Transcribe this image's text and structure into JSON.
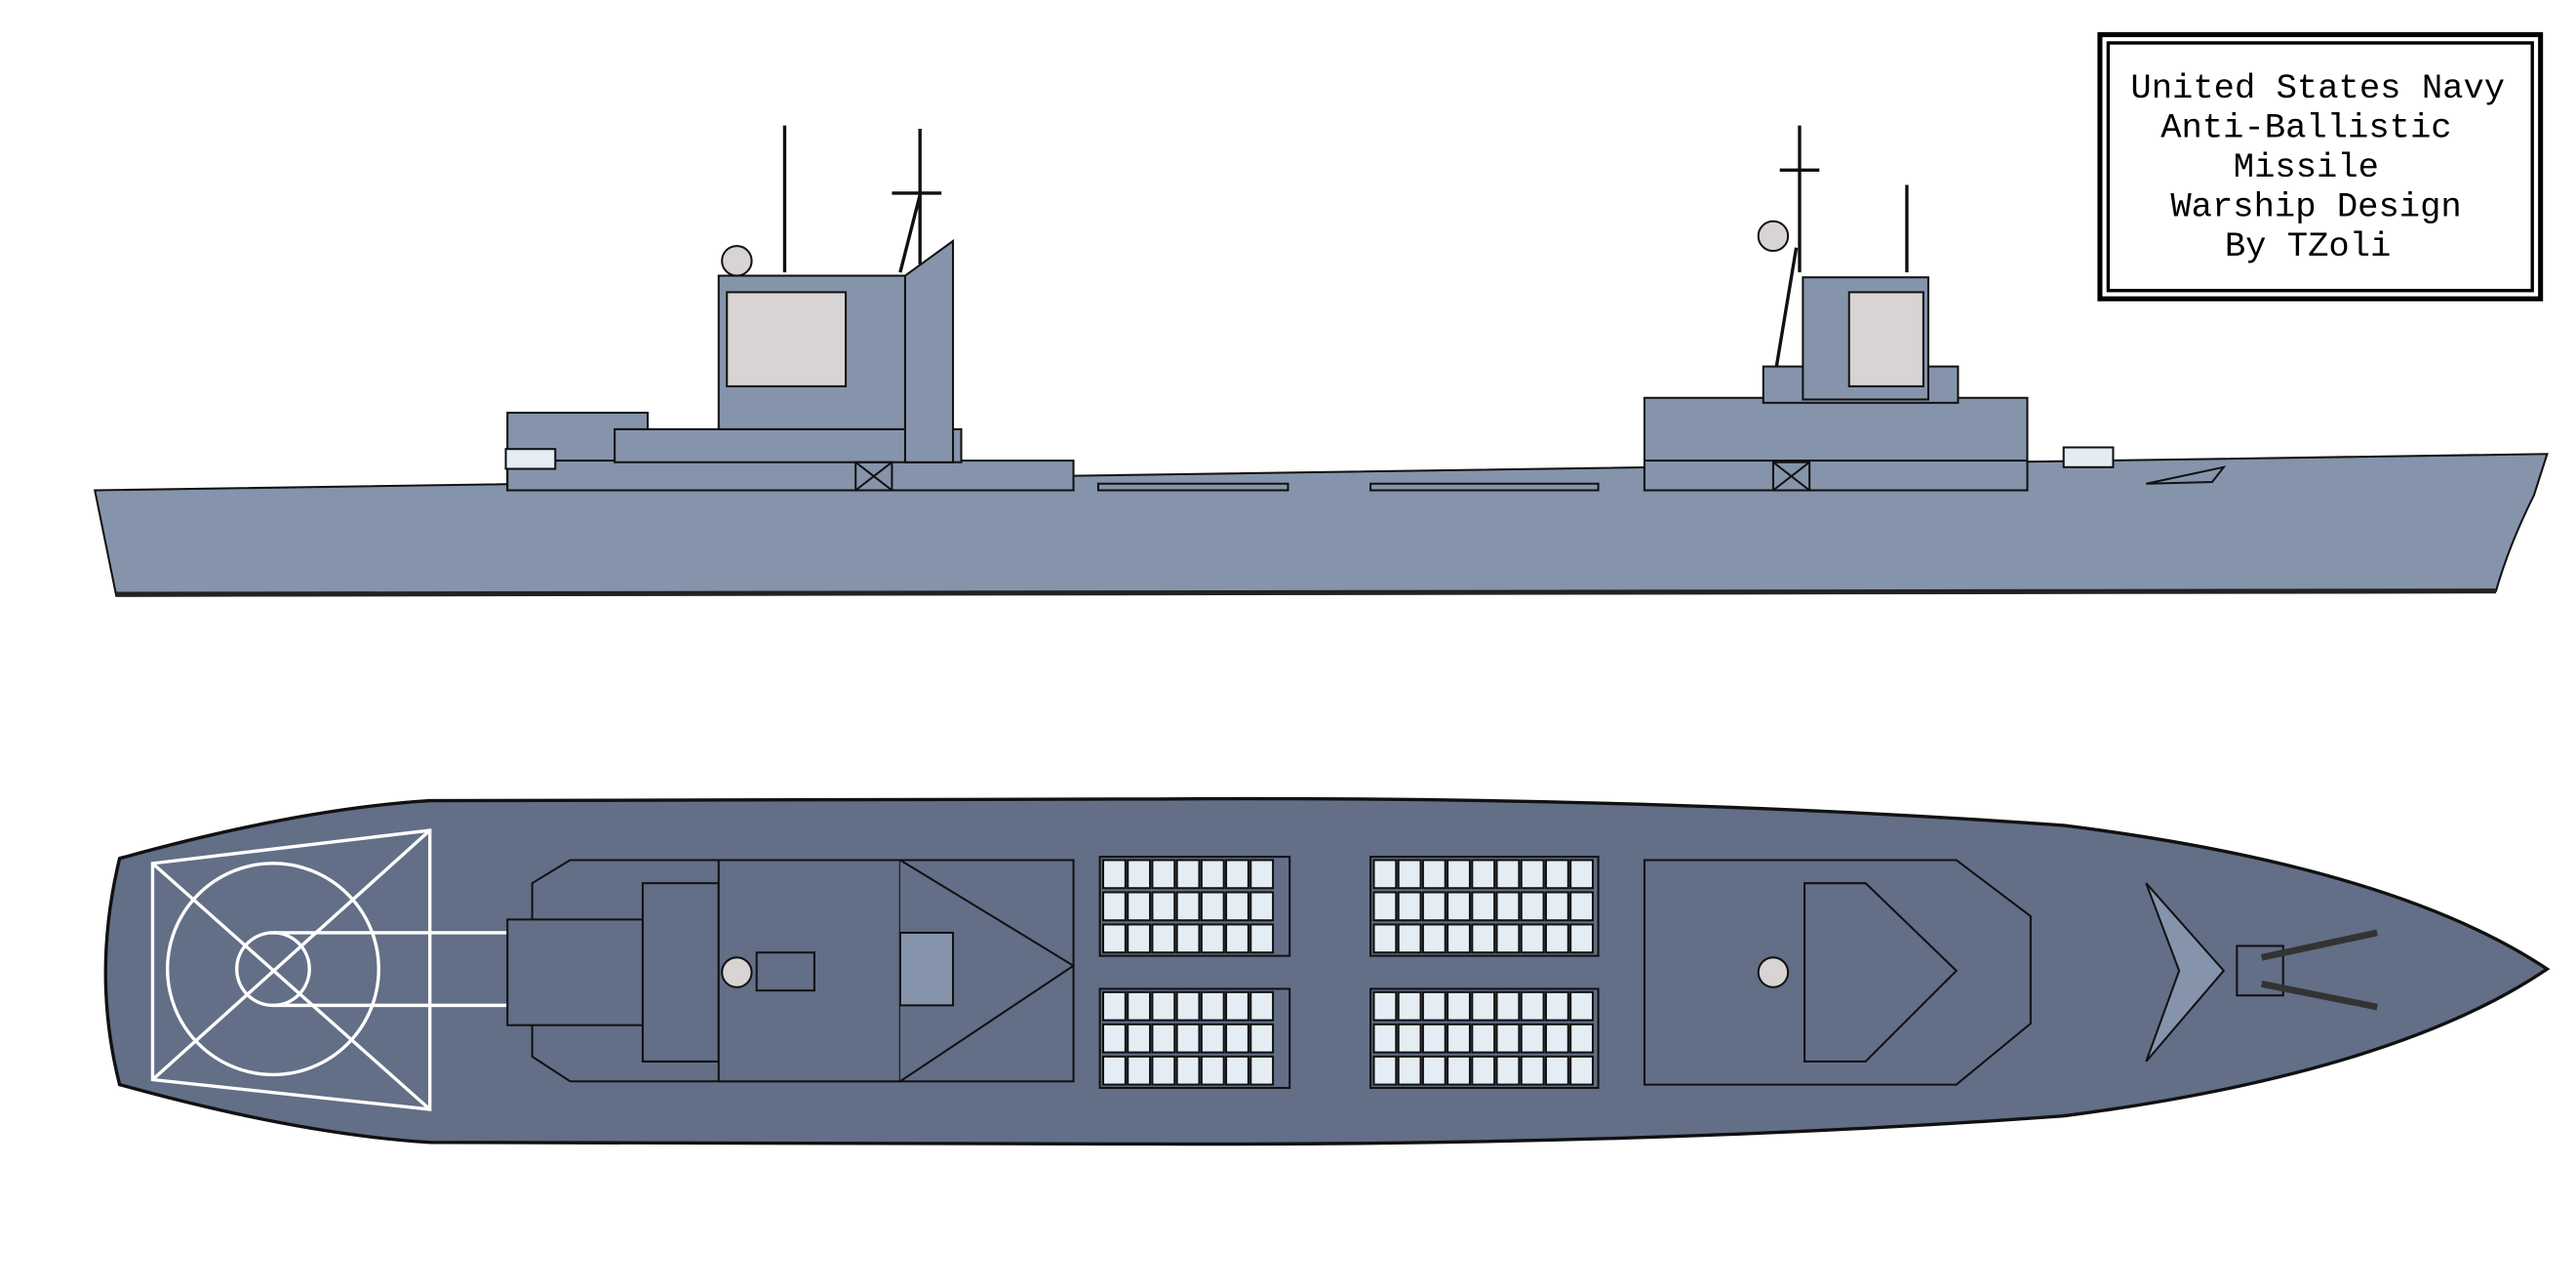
{
  "title_box": {
    "lines": [
      "United States Navy",
      "Anti-Ballistic",
      "Missile",
      "Warship Design",
      "By TZoli"
    ]
  },
  "colors": {
    "hull_side": "#8594ab",
    "hull_top": "#636e87",
    "window": "#d8d4d4",
    "vls_cell": "#e4ecf4",
    "outline": "#111111"
  }
}
